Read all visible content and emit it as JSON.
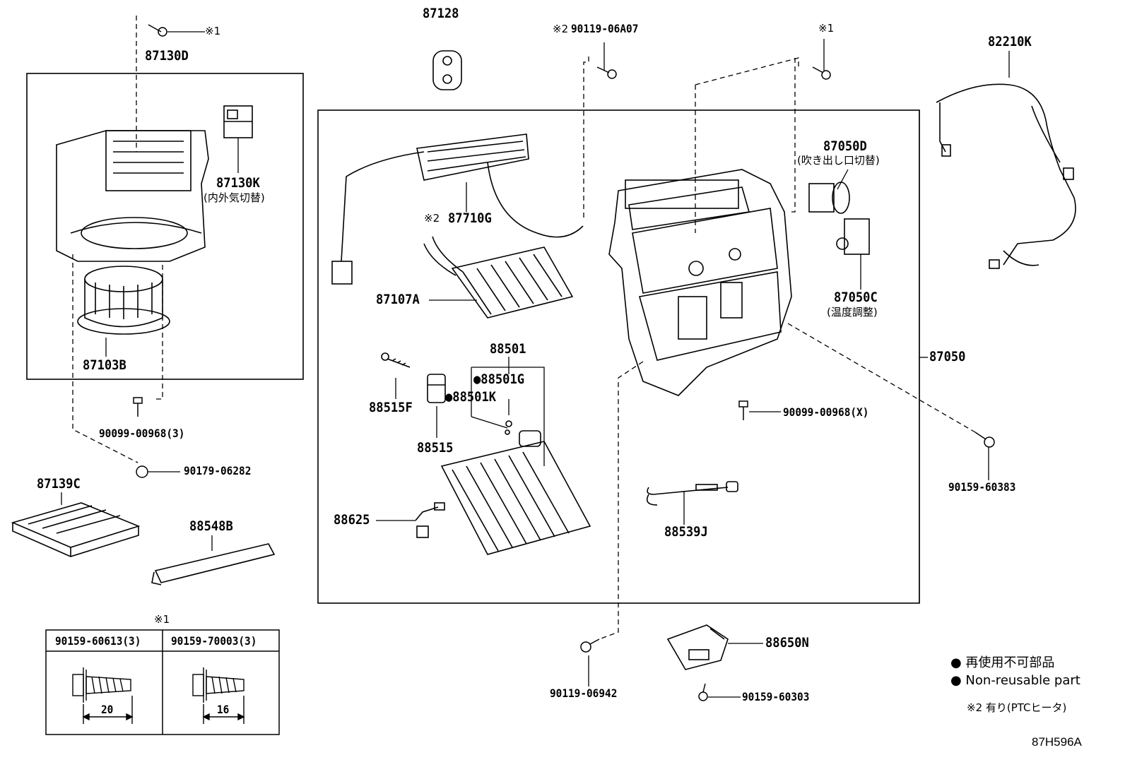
{
  "labels": {
    "p87128": "87128",
    "p90119_06A07": "90119-06A07",
    "mark2_top": "※2",
    "mark1_top": "※1",
    "mark1_left": "※1",
    "p82210K": "82210K",
    "p87130D": "87130D",
    "p87130K": "87130K",
    "p87130K_note": "(内外気切替)",
    "p87710G": "87710G",
    "mark2_mid": "※2",
    "p87050D": "87050D",
    "p87050D_note": "(吹き出し口切替)",
    "p87050C": "87050C",
    "p87050C_note": "(温度調整)",
    "p87107A": "87107A",
    "p87103B": "87103B",
    "p88501": "88501",
    "p88501G": "●88501G",
    "p88501K": "●88501K",
    "p88515F": "88515F",
    "p88515": "88515",
    "p87050": "87050",
    "p90099_00968X": "90099-00968(X)",
    "p90099_00968_3": "90099-00968(3)",
    "p90179_06282": "90179-06282",
    "p90159_60383": "90159-60383",
    "p87139C": "87139C",
    "p88548B": "88548B",
    "p88625": "88625",
    "p88539J": "88539J",
    "p88650N": "88650N",
    "p90119_06942": "90119-06942",
    "p90159_60303": "90159-60303"
  },
  "bolt_table": {
    "mark": "※1",
    "col1": "90159-60613(3)",
    "col2": "90159-70003(3)",
    "dim1": "20",
    "dim2": "16"
  },
  "legend": {
    "jp": "● 再使用不可部品",
    "en": "● Non-reusable part",
    "note": "※2 有り(PTCヒータ)"
  },
  "diagram_code": "87H596A"
}
